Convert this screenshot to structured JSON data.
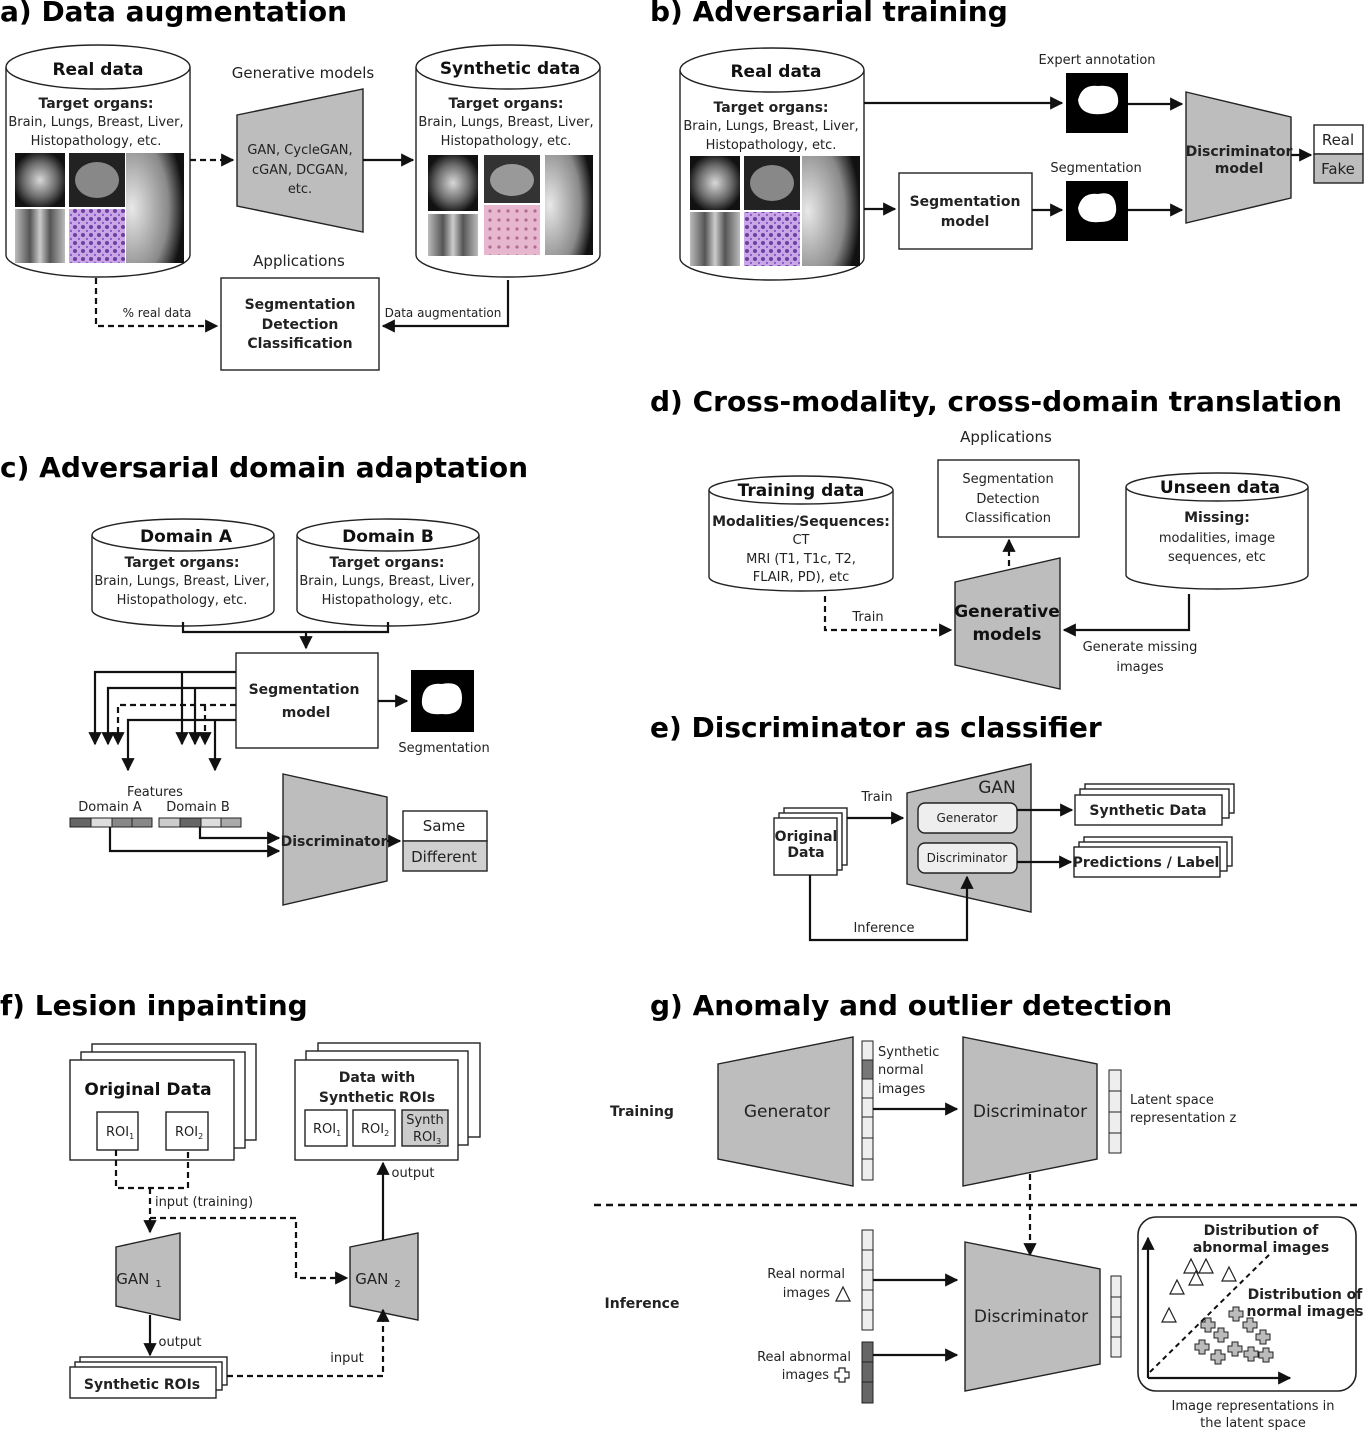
{
  "panels": {
    "a": {
      "title": "a) Data augmentation",
      "real_data": "Real data",
      "target_organs": "Target organs:",
      "organs_line1": "Brain, Lungs, Breast, Liver,",
      "organs_line2": "Histopathology, etc.",
      "generative_models": "Generative models",
      "gen_line1": "GAN, CycleGAN,",
      "gen_line2": "cGAN, DCGAN,",
      "gen_line3": "etc.",
      "synthetic_data": "Synthetic data",
      "applications": "Applications",
      "app1": "Segmentation",
      "app2": "Detection",
      "app3": "Classification",
      "pct_real": "% real data",
      "data_aug": "Data augmentation"
    },
    "b": {
      "title": "b) Adversarial training",
      "real_data": "Real data",
      "target_organs": "Target organs:",
      "organs_line1": "Brain, Lungs, Breast, Liver,",
      "organs_line2": "Histopathology, etc.",
      "expert_annotation": "Expert annotation",
      "segmentation": "Segmentation",
      "seg_model_1": "Segmentation",
      "seg_model_2": "model",
      "disc_1": "Discriminator",
      "disc_2": "model",
      "real": "Real",
      "fake": "Fake"
    },
    "c": {
      "title": "c) Adversarial domain adaptation",
      "domain_a": "Domain A",
      "domain_b": "Domain B",
      "target_organs": "Target organs:",
      "organs_line1": "Brain, Lungs, Breast, Liver,",
      "organs_line2": "Histopathology, etc.",
      "seg_model_1": "Segmentation",
      "seg_model_2": "model",
      "segmentation": "Segmentation",
      "features": "Features",
      "feat_a": "Domain A",
      "feat_b": "Domain B",
      "discriminator": "Discriminator",
      "same": "Same",
      "different": "Different"
    },
    "d": {
      "title": "d) Cross-modality, cross-domain translation",
      "applications": "Applications",
      "app1": "Segmentation",
      "app2": "Detection",
      "app3": "Classification",
      "training_data": "Training data",
      "modalities": "Modalities/Sequences:",
      "mod1": "CT",
      "mod2": "MRI (T1, T1c, T2,",
      "mod3": "FLAIR, PD), etc",
      "unseen_data": "Unseen data",
      "missing": "Missing:",
      "miss1": "modalities, image",
      "miss2": "sequences, etc",
      "gen_1": "Generative",
      "gen_2": "models",
      "train": "Train",
      "gen_missing_1": "Generate missing",
      "gen_missing_2": "images"
    },
    "e": {
      "title": "e) Discriminator as classifier",
      "gan": "GAN",
      "generator": "Generator",
      "discriminator": "Discriminator",
      "original_1": "Original",
      "original_2": "Data",
      "train": "Train",
      "inference": "Inference",
      "synthetic_data": "Synthetic Data",
      "predictions": "Predictions / Label"
    },
    "f": {
      "title": "f) Lesion inpainting",
      "original_data": "Original Data",
      "roi": "ROI",
      "sub1": "1",
      "sub2": "2",
      "sub3": "3",
      "data_with_1": "Data with",
      "data_with_2": "Synthetic ROIs",
      "synth": "Synth",
      "input_training": "input (training)",
      "output": "output",
      "input": "input",
      "gan": "GAN",
      "synthetic_rois": "Synthetic ROIs"
    },
    "g": {
      "title": "g) Anomaly and outlier detection",
      "training": "Training",
      "inference": "Inference",
      "generator": "Generator",
      "discriminator": "Discriminator",
      "syn1": "Synthetic",
      "syn2": "normal",
      "syn3": "images",
      "latent1": "Latent space",
      "latent2": "representation z",
      "real_normal_1": "Real normal",
      "real_normal_2": "images",
      "real_abnormal_1": "Real abnormal",
      "real_abnormal_2": "images",
      "dist_abn_1": "Distribution of",
      "dist_abn_2": "abnormal images",
      "dist_norm_1": "Distribution of",
      "dist_norm_2": "normal images",
      "img_rep_1": "Image representations in",
      "img_rep_2": "the latent space"
    }
  }
}
